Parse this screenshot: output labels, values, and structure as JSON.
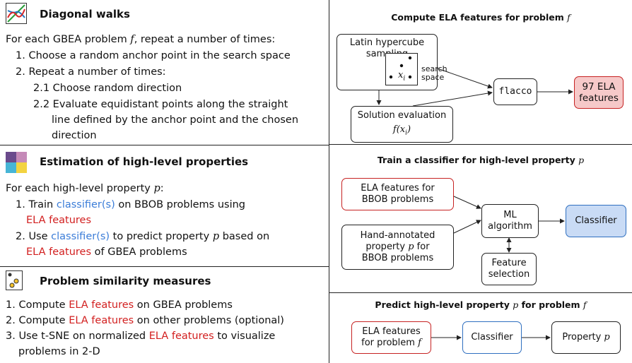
{
  "diagonal": {
    "title": "Diagonal walks",
    "intro_pre": "For each GBEA problem ",
    "intro_var": "f",
    "intro_post": ", repeat a number of times:",
    "s1": "1. Choose a random anchor point in the search space",
    "s2": "2. Repeat a number of times:",
    "s21": "2.1 Choose random direction",
    "s22a": "2.2 Evaluate equidistant points along the straight",
    "s22b": "line defined by the anchor point and the chosen",
    "s22c": "direction"
  },
  "estimation": {
    "title": "Estimation of high-level properties",
    "intro_pre": "For each high-level property ",
    "intro_var": "p",
    "intro_post": ":",
    "s1_a": "1. Train ",
    "s1_b": "classifier(s)",
    "s1_c": " on BBOB problems using",
    "s1_d": "ELA features",
    "s2_a": "2. Use ",
    "s2_b": "classifier(s)",
    "s2_c": " to predict property ",
    "s2_var": "p",
    "s2_d": " based on",
    "s2_e": "ELA features",
    "s2_f": " of GBEA problems"
  },
  "similarity": {
    "title": "Problem similarity measures",
    "s1_a": "1. Compute ",
    "s1_b": "ELA features",
    "s1_c": " on GBEA problems",
    "s2_a": "2. Compute ",
    "s2_b": "ELA features",
    "s2_c": " on other problems (optional)",
    "s3_a": "3. Use t-SNE on normalized ",
    "s3_b": "ELA features",
    "s3_c": " to visualize",
    "s3_d": "problems in 2-D"
  },
  "panel1": {
    "title_pre": "Compute ELA features for problem ",
    "title_var": "f",
    "lhs": "Latin hypercube sampling",
    "point_label": "x",
    "point_sub": "i",
    "search_space": "search",
    "search_space2": "space",
    "solution_eval": "Solution evaluation",
    "fx": "f(x",
    "fx_sub": "i",
    "fx_close": ")",
    "flacco": "flacco",
    "ela_out1": "97 ELA",
    "ela_out2": "features"
  },
  "panel2": {
    "title_pre": "Train a classifier for high-level property ",
    "title_var": "p",
    "ela_bbob1": "ELA features for",
    "ela_bbob2": "BBOB problems",
    "hand1": "Hand-annotated",
    "hand2_pre": "property ",
    "hand2_var": "p",
    "hand2_post": " for",
    "hand3": "BBOB problems",
    "ml1": "ML",
    "ml2": "algorithm",
    "classifier": "Classifier",
    "fs1": "Feature",
    "fs2": "selection"
  },
  "panel3": {
    "title_pre": "Predict high-level property ",
    "title_var": "p",
    "title_mid": " for problem ",
    "title_var2": "f",
    "ela1": "ELA features",
    "ela2_pre": "for problem ",
    "ela2_var": "f",
    "classifier": "Classifier",
    "prop_pre": "Property ",
    "prop_var": "p"
  },
  "colors": {
    "link_blue": "#3b7dd8",
    "ela_red": "#d21f1f",
    "ela_box_fill": "#f6c9c9",
    "classifier_fill": "#c9dbf5"
  }
}
